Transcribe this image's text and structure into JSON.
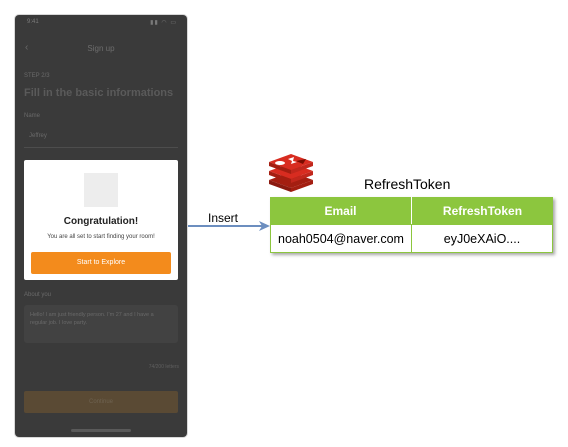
{
  "phone": {
    "status_time": "9:41",
    "status_icons": "▮▮ ◠ ▭",
    "nav_title": "Sign up",
    "step_label": "STEP 2/3",
    "form_heading": "Fill in the basic informations",
    "name_label": "Name",
    "name_value": "Jeffrey",
    "about_label": "About you",
    "about_text": "Hello! I am just friendly person. I'm 27 and I have a regular job. I love party.",
    "char_count": "74/200 letters",
    "bottom_button_label": "Continue"
  },
  "modal": {
    "title": "Congratulation!",
    "message": "You are all set to start finding your room!",
    "cta_label": "Start to Explore"
  },
  "arrow": {
    "label": "Insert",
    "color": "#6c8ebf"
  },
  "redis": {
    "icon": "redis-logo-icon",
    "color": "#d82c20"
  },
  "table": {
    "title": "RefreshToken",
    "header_color": "#8cc63e",
    "columns": [
      "Email",
      "RefreshToken"
    ],
    "rows": [
      [
        "noah0504@naver.com",
        "eyJ0eXAiO...."
      ]
    ]
  }
}
